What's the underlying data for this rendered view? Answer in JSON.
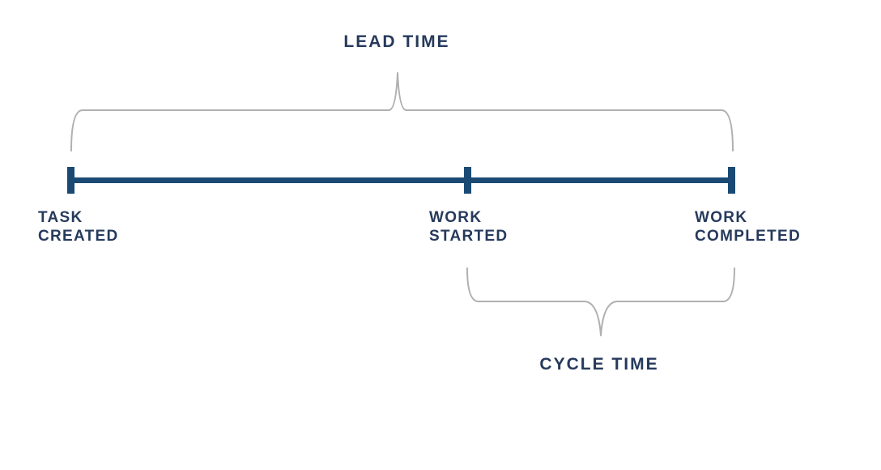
{
  "diagram": {
    "lead_time_label": "LEAD TIME",
    "cycle_time_label": "CYCLE TIME",
    "milestones": [
      {
        "id": "task-created",
        "label": "TASK\nCREATED"
      },
      {
        "id": "work-started",
        "label": "WORK\nSTARTED"
      },
      {
        "id": "work-completed",
        "label": "WORK\nCOMPLETED"
      }
    ],
    "colors": {
      "navy_text": "#263a5c",
      "timeline_blue": "#1a4a74",
      "brace_gray": "#b0b0b0",
      "background": "#ffffff"
    }
  }
}
